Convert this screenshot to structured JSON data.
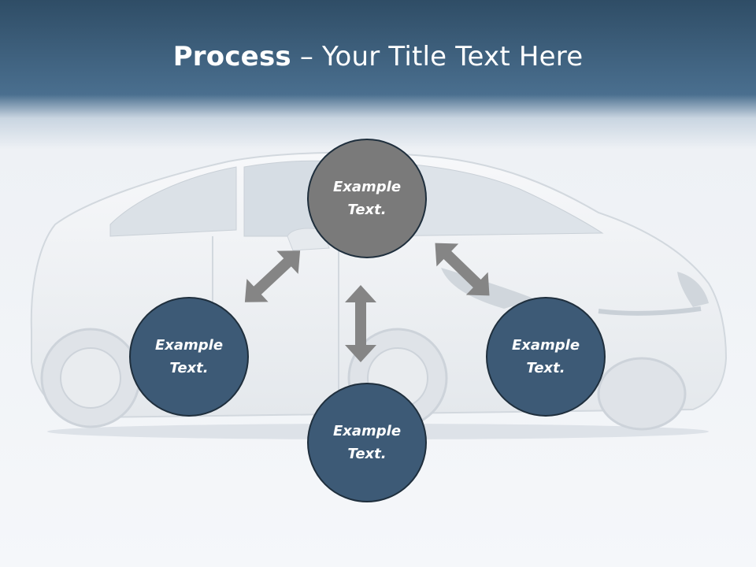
{
  "slide": {
    "title_bold": "Process",
    "title_rest": " – Your Title Text Here"
  },
  "nodes": {
    "top": {
      "line1": "Example",
      "line2": "Text."
    },
    "left": {
      "line1": "Example",
      "line2": "Text."
    },
    "right": {
      "line1": "Example",
      "line2": "Text."
    },
    "bottom": {
      "line1": "Example",
      "line2": "Text."
    }
  },
  "colors": {
    "header": "#3f6483",
    "node_blue": "#3d5a76",
    "node_gray": "#7a7a7a",
    "arrow": "#858585"
  }
}
